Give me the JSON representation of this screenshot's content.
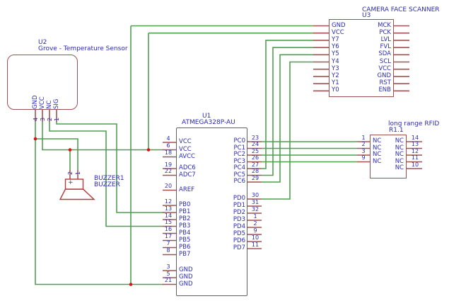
{
  "colors": {
    "wire": "#4f9f4f",
    "pin_stub": "#a05252",
    "symbol_outline": "#9a5151",
    "mcu_outline": "#606060",
    "text": "#2b2bb0",
    "junction_dot": "#cf1818",
    "buzzer_outline": "#b23a3a",
    "background": "#ffffff"
  },
  "camera": {
    "ref": "U3",
    "title": "CAMERA FACE SCANNER",
    "left_pins": [
      "GND",
      "VCC",
      "Y7",
      "Y6",
      "Y5",
      "Y4",
      "Y3",
      "Y2",
      "Y1",
      "Y0"
    ],
    "right_pins": [
      "MCK",
      "PCK",
      "LVL",
      "FVL",
      "SDA",
      "SCL",
      "VCC",
      "GND",
      "RST",
      "ENB"
    ]
  },
  "temp_sensor": {
    "ref": "U2",
    "title": "Grove - Temperature Sensor",
    "pins": [
      {
        "name": "GND",
        "number": "4"
      },
      {
        "name": "VCC",
        "number": "3"
      },
      {
        "name": "NC",
        "number": "2"
      },
      {
        "name": "SIG",
        "number": "1"
      }
    ]
  },
  "mcu": {
    "ref": "U1",
    "title": "ATMEGA328P-AU",
    "left_pins": [
      {
        "name": "VCC",
        "number": "4"
      },
      {
        "name": "VCC",
        "number": "6"
      },
      {
        "name": "AVCC",
        "number": "18"
      },
      {
        "name": "ADC6",
        "number": "19"
      },
      {
        "name": "ADC7",
        "number": "22"
      },
      {
        "name": "AREF",
        "number": "20"
      },
      {
        "name": "PB0",
        "number": "12"
      },
      {
        "name": "PB1",
        "number": "13"
      },
      {
        "name": "PB2",
        "number": "14"
      },
      {
        "name": "PB3",
        "number": "15"
      },
      {
        "name": "PB4",
        "number": "16"
      },
      {
        "name": "PB5",
        "number": "17"
      },
      {
        "name": "PB6",
        "number": "7"
      },
      {
        "name": "PB7",
        "number": "8"
      },
      {
        "name": "GND",
        "number": "3"
      },
      {
        "name": "GND",
        "number": "5"
      },
      {
        "name": "GND",
        "number": "21"
      }
    ],
    "right_pins": [
      {
        "name": "PC0",
        "number": "23"
      },
      {
        "name": "PC1",
        "number": "24"
      },
      {
        "name": "PC2",
        "number": "25"
      },
      {
        "name": "PC3",
        "number": "26"
      },
      {
        "name": "PC4",
        "number": "27"
      },
      {
        "name": "PC5",
        "number": "28"
      },
      {
        "name": "PC6",
        "number": "29"
      },
      {
        "name": "PD0",
        "number": "30"
      },
      {
        "name": "PD1",
        "number": "31"
      },
      {
        "name": "PD2",
        "number": "32"
      },
      {
        "name": "PD3",
        "number": "1"
      },
      {
        "name": "PD4",
        "number": "2"
      },
      {
        "name": "PD5",
        "number": "9"
      },
      {
        "name": "PD6",
        "number": "10"
      },
      {
        "name": "PD7",
        "number": "11"
      }
    ]
  },
  "rfid": {
    "ref": "R1.1",
    "title": "long range RFID",
    "left_pins": [
      {
        "name": "NC",
        "number": "1"
      },
      {
        "name": "NC",
        "number": "2"
      },
      {
        "name": "NC",
        "number": "3"
      },
      {
        "name": "NC",
        "number": "9"
      }
    ],
    "right_pins": [
      {
        "name": "NC",
        "number": "14"
      },
      {
        "name": "NC",
        "number": "13"
      },
      {
        "name": "NC",
        "number": "12"
      },
      {
        "name": "NC",
        "number": "11"
      },
      {
        "name": "NC",
        "number": "10"
      }
    ]
  },
  "buzzer": {
    "ref": "BUZZER1",
    "value": "BUZZER",
    "polarity_mark": "+",
    "pins": [
      {
        "number": "2"
      },
      {
        "number": "1"
      }
    ]
  }
}
